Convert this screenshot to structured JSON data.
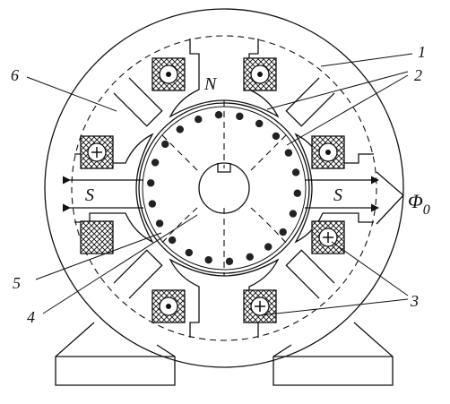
{
  "labels": {
    "n1": "1",
    "n2": "2",
    "n3": "3",
    "n4": "4",
    "n5": "5",
    "n6": "6",
    "north": "N",
    "south_left": "S",
    "south_right": "S",
    "flux": "Φ",
    "flux_sub": "0"
  },
  "colors": {
    "ink": "#111111",
    "coil_hatch": "#111111",
    "conductor": "#222222"
  },
  "icons": {
    "coil_dot": "current-out-icon",
    "coil_plus": "current-in-icon"
  }
}
